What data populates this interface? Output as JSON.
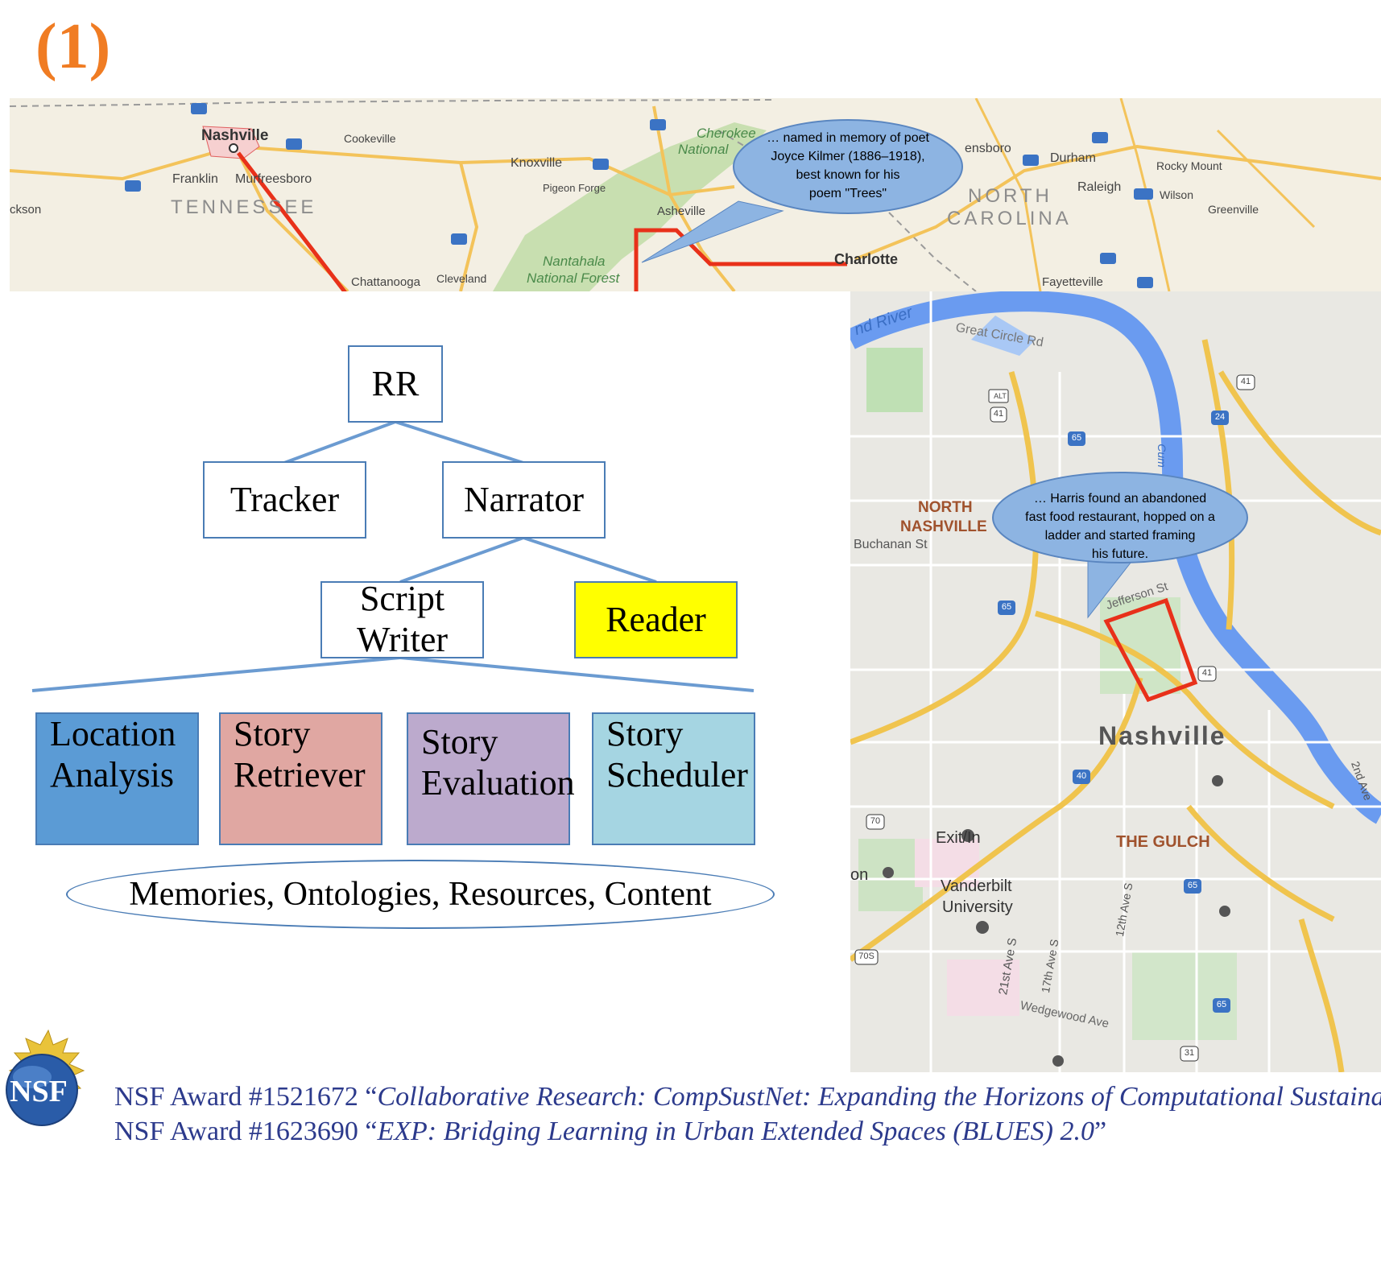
{
  "slide": {
    "number": "(1)"
  },
  "map_top": {
    "cities": [
      "Nashville",
      "Cookeville",
      "Knoxville",
      "Pigeon Forge",
      "Asheville",
      "Franklin",
      "Murfreesboro",
      "Chattanooga",
      "Cleveland",
      "Charlotte",
      "Durham",
      "Raleigh",
      "Wilson",
      "Rocky Mount",
      "Greenville",
      "Fayetteville",
      "ensboro",
      "ckson"
    ],
    "regions": [
      "TENNESSEE",
      "NORTH",
      "CAROLINA"
    ],
    "parks": [
      "Cherokee",
      "National",
      "Nantahala",
      "National Forest"
    ],
    "callout": [
      "… named in memory of poet",
      "Joyce Kilmer (1886–1918),",
      "best known for his",
      "poem \"Trees\""
    ],
    "route_color": "#e8311a"
  },
  "map_right": {
    "labels": [
      "nd River",
      "Great Circle Rd",
      "NORTH",
      "NASHVILLE",
      "Buchanan St",
      "Jefferson St",
      "Nashville",
      "THE GULCH",
      "Exit/In",
      "Vanderbilt",
      "University",
      "on",
      "Wedgewood Ave",
      "21st Ave S",
      "17th Ave S",
      "12th Ave S",
      "2nd Ave",
      "Cum"
    ],
    "shields": [
      "ALT",
      "41",
      "65",
      "24",
      "65",
      "41",
      "40",
      "70",
      "70S",
      "65",
      "65",
      "31",
      "41"
    ],
    "callout": [
      "… Harris found an abandoned",
      "fast food restaurant, hopped on a",
      "ladder and started framing",
      "his future."
    ]
  },
  "diagram": {
    "rr": "RR",
    "tracker": "Tracker",
    "narrator": "Narrator",
    "script_writer": [
      "Script",
      "Writer"
    ],
    "reader": "Reader",
    "location_analysis": [
      "Location",
      "Analysis"
    ],
    "story_retriever": [
      "Story",
      "Retriever"
    ],
    "story_evaluation": [
      "Story",
      "Evaluation"
    ],
    "story_scheduler": [
      "Story",
      "Scheduler"
    ],
    "memories": "Memories, Ontologies, Resources, Content",
    "colors": {
      "line": "#6b9bd1",
      "reader": "#ffff00",
      "location_analysis": "#5b9bd5",
      "story_retriever": "#e0a7a2",
      "story_evaluation": "#bcaacd",
      "story_scheduler": "#a5d5e2"
    }
  },
  "footer": {
    "logo": "NSF",
    "line1_prefix": "NSF Award #1521672 “",
    "line1_title": "Collaborative Research: CompSustNet: Expanding the Horizons of  Computational Sustainability",
    "line2_prefix": "NSF Award #1623690 “",
    "line2_title": "EXP: Bridging Learning in Urban Extended Spaces (BLUES) 2.0",
    "line2_suffix": "”"
  }
}
